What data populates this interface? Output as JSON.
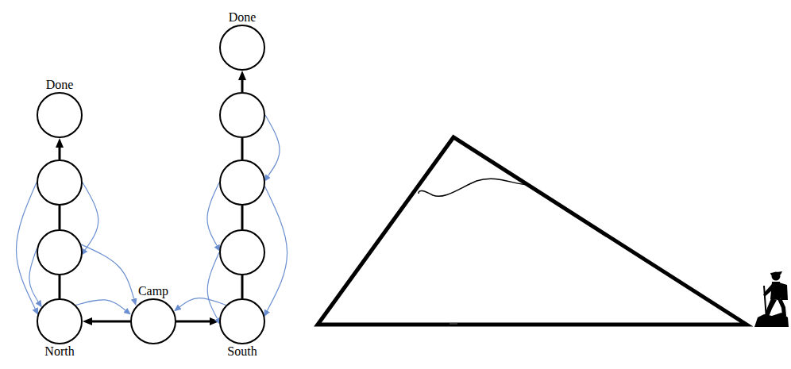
{
  "diagram": {
    "nodes": [
      {
        "text": [
          "Done"
        ]
      },
      {
        "text": []
      },
      {
        "text": []
      },
      {
        "text": [
          "North"
        ]
      },
      {
        "text": [
          "Camp"
        ]
      },
      {
        "text": [
          "Done"
        ]
      },
      {
        "text": []
      },
      {
        "text": []
      },
      {
        "text": []
      },
      {
        "text": [
          "South"
        ]
      }
    ],
    "edges": [
      {
        "from": 4,
        "to": 3,
        "arrow": "to"
      },
      {
        "from": 4,
        "to": 9,
        "arrow": "to"
      },
      {
        "from": 3,
        "to": 2,
        "arrow": "none"
      },
      {
        "from": 2,
        "to": 1,
        "arrow": "none"
      },
      {
        "from": 1,
        "to": 0,
        "arrow": "to"
      },
      {
        "from": 9,
        "to": 8,
        "arrow": "none"
      },
      {
        "from": 8,
        "to": 7,
        "arrow": "none"
      },
      {
        "from": 7,
        "to": 6,
        "arrow": "none"
      },
      {
        "from": 6,
        "to": 5,
        "arrow": "to"
      },
      {
        "from": 1,
        "to": 3,
        "arrow": "to"
      },
      {
        "from": 2,
        "to": 3,
        "arrow": "to"
      },
      {
        "from": 1,
        "to": 2,
        "arrow": "to"
      },
      {
        "from": 2,
        "to": 4,
        "arrow": "to"
      },
      {
        "from": 3,
        "to": 4,
        "arrow": "to"
      },
      {
        "from": 9,
        "to": 4,
        "arrow": "to"
      },
      {
        "from": 6,
        "to": 7,
        "arrow": "to"
      },
      {
        "from": 7,
        "to": 8,
        "arrow": "to"
      },
      {
        "from": 8,
        "to": 9,
        "arrow": "to"
      },
      {
        "from": 7,
        "to": 9,
        "arrow": "to"
      }
    ]
  }
}
